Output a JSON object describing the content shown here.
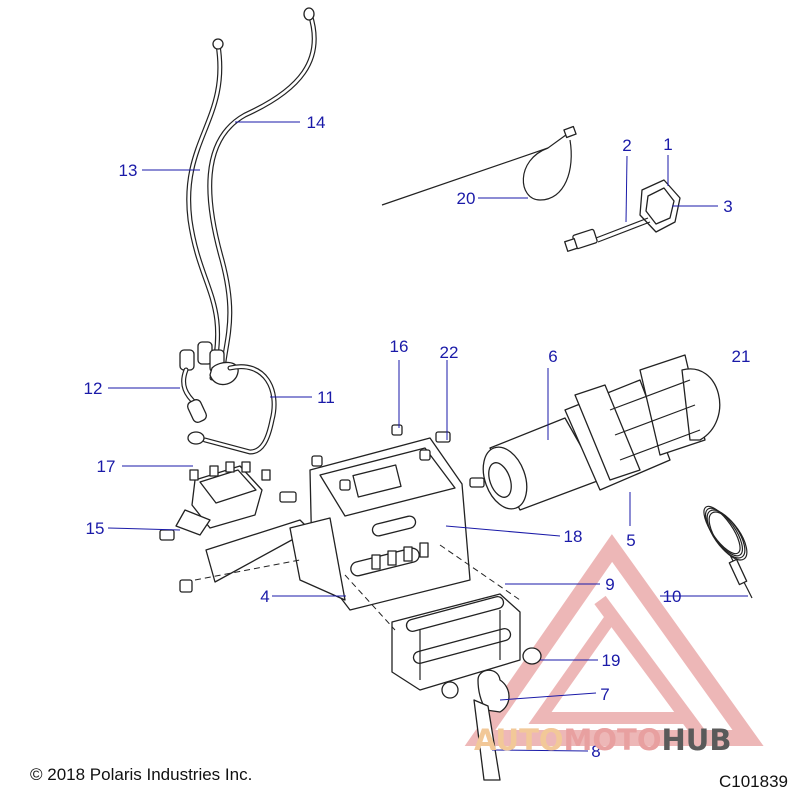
{
  "callouts": [
    {
      "id": "c1",
      "label": "1"
    },
    {
      "id": "c2",
      "label": "2"
    },
    {
      "id": "c3",
      "label": "3"
    },
    {
      "id": "c4",
      "label": "4"
    },
    {
      "id": "c5",
      "label": "5"
    },
    {
      "id": "c6",
      "label": "6"
    },
    {
      "id": "c7",
      "label": "7"
    },
    {
      "id": "c8",
      "label": "8"
    },
    {
      "id": "c9",
      "label": "9"
    },
    {
      "id": "c10",
      "label": "10"
    },
    {
      "id": "c11",
      "label": "11"
    },
    {
      "id": "c12",
      "label": "12"
    },
    {
      "id": "c13",
      "label": "13"
    },
    {
      "id": "c14",
      "label": "14"
    },
    {
      "id": "c15",
      "label": "15"
    },
    {
      "id": "c16",
      "label": "16"
    },
    {
      "id": "c17",
      "label": "17"
    },
    {
      "id": "c18",
      "label": "18"
    },
    {
      "id": "c19",
      "label": "19"
    },
    {
      "id": "c20",
      "label": "20"
    },
    {
      "id": "c21",
      "label": "21"
    },
    {
      "id": "c22",
      "label": "22"
    }
  ],
  "footer": {
    "copyright": "© 2018 Polaris Industries Inc.",
    "diagram_code": "C101839"
  },
  "watermark": {
    "part1": "AUTO",
    "part2": "MOTO",
    "part3": "HUB",
    "color_primary": "#e8a0a0",
    "color_secondary": "#f2c898",
    "color_dark": "#5a5a5a"
  },
  "colors": {
    "callout": "#1a1aa8",
    "linework": "#222222"
  }
}
